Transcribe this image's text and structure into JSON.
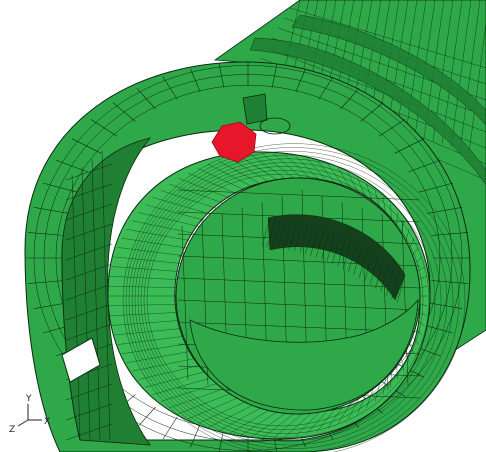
{
  "view": {
    "background": "#ffffff",
    "mesh_fill": "#2fa84a",
    "mesh_fill_dark": "#1f7f33",
    "mesh_fill_light": "#3cbc57",
    "mesh_line": "#0b2a10",
    "highlight_color": "#e8162b",
    "hole_color": "#ffffff"
  },
  "triad": {
    "y_label": "Y",
    "z_label": "Z",
    "x_label": "X"
  }
}
